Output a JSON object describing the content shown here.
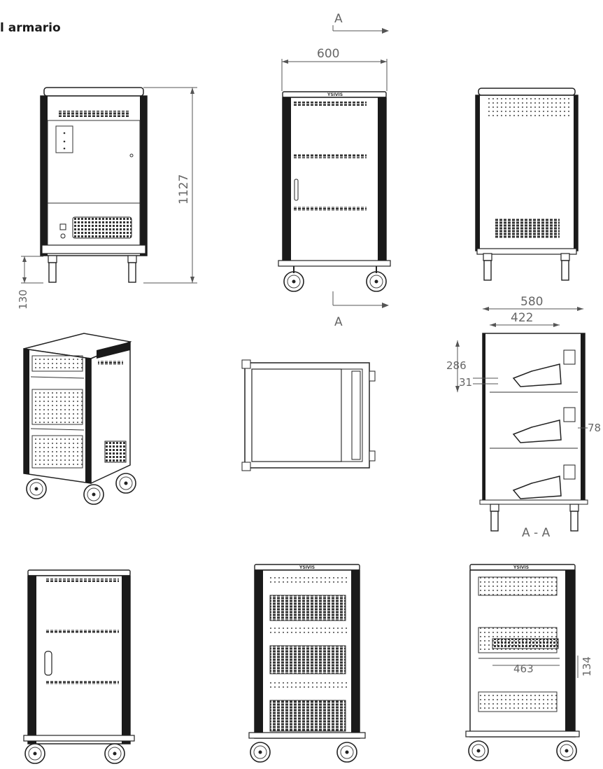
{
  "title": "l armario",
  "dimensions": {
    "width_top": "600",
    "height": "1127",
    "wheel": "130",
    "depth": "580",
    "inner": "422",
    "shelf": "286",
    "gap": "31",
    "side": "78",
    "rear": "463",
    "small": "134"
  },
  "section_labels": {
    "cut_top": "A",
    "cut_bottom": "A",
    "section": "A - A"
  },
  "brand": "YSIVIS"
}
